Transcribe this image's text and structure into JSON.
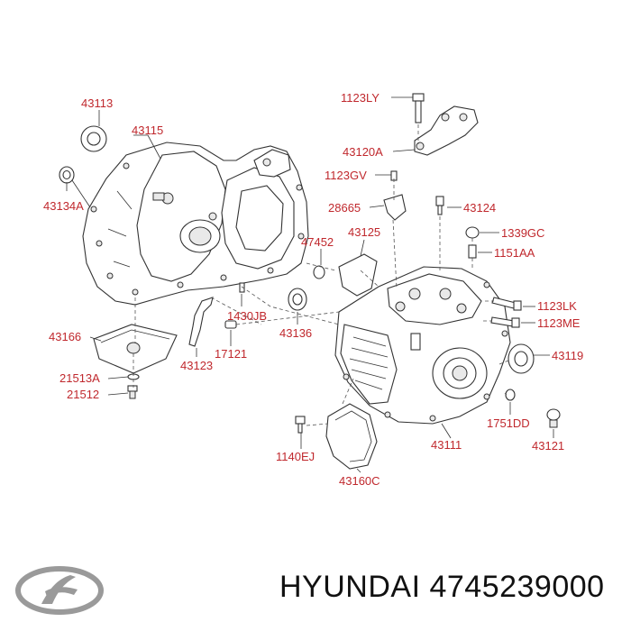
{
  "labels": {
    "p43113": "43113",
    "p43115": "43115",
    "p43134A": "43134A",
    "p43166": "43166",
    "p21513A": "21513A",
    "p21512": "21512",
    "p43123": "43123",
    "p17121": "17121",
    "p1430JB": "1430JB",
    "p43136": "43136",
    "p47452": "47452",
    "p43125": "43125",
    "p1123LY": "1123LY",
    "p43120A": "43120A",
    "p1123GV": "1123GV",
    "p28665": "28665",
    "p43124": "43124",
    "p1339GC": "1339GC",
    "p1151AA": "1151AA",
    "p1123LK": "1123LK",
    "p1123ME": "1123ME",
    "p43119": "43119",
    "p1751DD": "1751DD",
    "p43121": "43121",
    "p43111": "43111",
    "p1140EJ": "1140EJ",
    "p43160C": "43160C"
  },
  "footer": {
    "brand_text": "HYUNDAI 4745239000"
  },
  "colors": {
    "label": "#c0282d",
    "line": "#333333"
  },
  "icons": {
    "logo": "hyundai-logo-icon"
  }
}
